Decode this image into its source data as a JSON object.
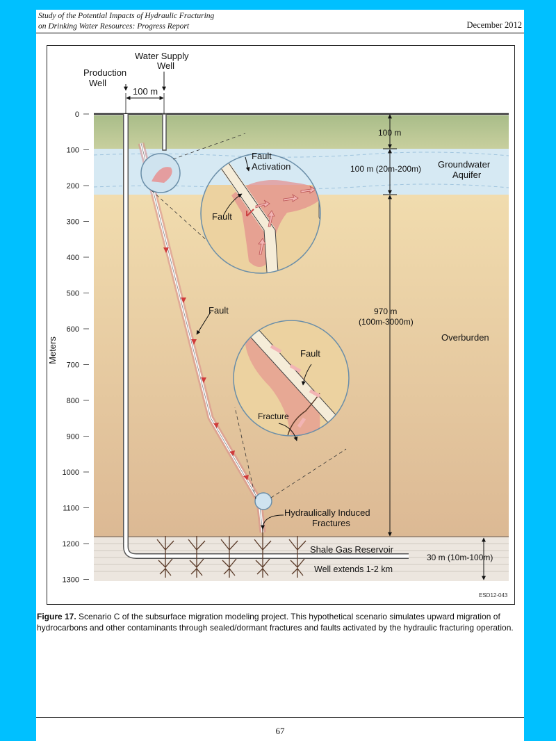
{
  "header": {
    "title_line1": "Study of the Potential Impacts of Hydraulic Fracturing",
    "title_line2": "on Drinking Water Resources: Progress Report",
    "date": "December 2012"
  },
  "figure": {
    "y_axis_label": "Meters",
    "depth_ticks": [
      "0",
      "100",
      "200",
      "300",
      "400",
      "500",
      "600",
      "700",
      "800",
      "900",
      "1000",
      "1100",
      "1200",
      "1300"
    ],
    "labels": {
      "production_well_1": "Production",
      "production_well_2": "Well",
      "water_supply_1": "Water Supply",
      "water_supply_2": "Well",
      "spacing": "100 m",
      "dim_top": "100 m",
      "dim_aquifer": "100 m (20m-200m)",
      "groundwater_1": "Groundwater",
      "groundwater_2": "Aquifer",
      "fault_activation_1": "Fault",
      "fault_activation_2": "Activation",
      "fault_inset1": "Fault",
      "fault_main": "Fault",
      "dim_overburden_1": "970 m",
      "dim_overburden_2": "(100m-3000m)",
      "overburden": "Overburden",
      "fault_inset2": "Fault",
      "fracture_inset2": "Fracture",
      "induced_1": "Hydraulically Induced",
      "induced_2": "Fractures",
      "shale": "Shale Gas Reservoir",
      "dim_shale": "30 m (10m-100m)",
      "well_extends": "Well extends 1-2 km",
      "code": "ESD12-043"
    }
  },
  "caption": {
    "label": "Figure 17.",
    "text": " Scenario C of the subsurface migration modeling project. This hypothetical scenario simulates upward migration of hydrocarbons and other contaminants through sealed/dormant fractures and faults activated by the hydraulic fracturing operation."
  },
  "page_number": "67",
  "colors": {
    "background": "#00c0ff",
    "topsoil": "#b5c796",
    "aquifer": "#d9ecf5",
    "overburden": "#ecd2a0",
    "shale": "#eee8e2",
    "migration": "#e87a7a"
  }
}
